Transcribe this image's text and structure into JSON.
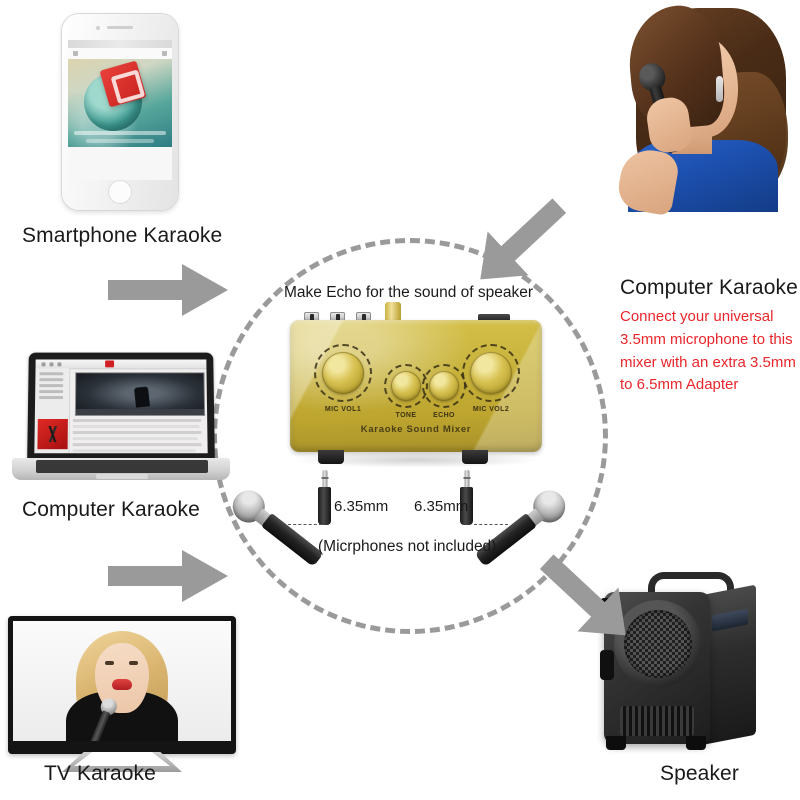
{
  "diagram": {
    "title": "Karaoke Sound Mixer connection diagram",
    "center_headline": "Make Echo for the sound of speaker",
    "disclaimer": "(Micrphones not included)",
    "accent_red": "#e8262b",
    "arrow_color": "#9a9a9a",
    "circle_color": "#9a9a9a",
    "device_color": "#cbb63f"
  },
  "sources": {
    "smartphone": {
      "label": "Smartphone Karaoke",
      "icon": "smartphone-icon"
    },
    "computer": {
      "label": "Computer Karaoke",
      "icon": "laptop-icon"
    },
    "tv": {
      "label": "TV Karaoke",
      "icon": "television-icon"
    }
  },
  "singer": {
    "label": "Computer Karaoke",
    "note": "Connect your universal 3.5mm microphone to this mixer with an extra 3.5mm to 6.5mm Adapter",
    "icon": "singer-photo"
  },
  "output": {
    "label": "Speaker",
    "icon": "loudspeaker-icon"
  },
  "device": {
    "brand": "Karaoke Sound Mixer",
    "knobs": [
      {
        "label": "MIC VOL1",
        "size": "large"
      },
      {
        "label": "TONE",
        "size": "small"
      },
      {
        "label": "ECHO",
        "size": "small"
      },
      {
        "label": "MIC VOL2",
        "size": "large"
      }
    ],
    "top_ports": 3,
    "jack_labels": [
      "6.35mm",
      "6.35mm"
    ]
  }
}
